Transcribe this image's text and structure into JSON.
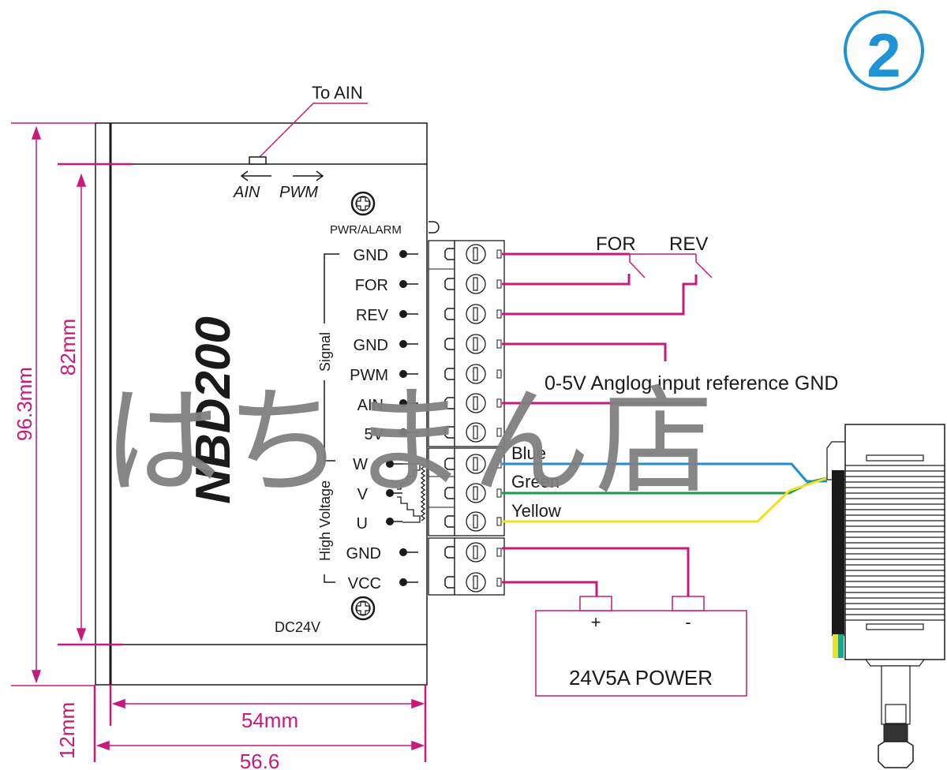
{
  "badge": {
    "number": "2",
    "color": "#1f93d3"
  },
  "driver": {
    "model": "NBD200",
    "to_ain_label": "To AIN",
    "switch_left_label": "AIN",
    "switch_right_label": "PWM",
    "pwr_alarm_label": "PWR/ALARM",
    "supply_label": "DC24V",
    "signal_group_label": "Signal",
    "high_voltage_group_label": "High Voltage",
    "signal_pins": [
      "GND",
      "FOR",
      "REV",
      "GND",
      "PWM",
      "AIN",
      "5V"
    ],
    "motor_pins": [
      "W",
      "V",
      "U"
    ],
    "power_pins": [
      "GND",
      "VCC"
    ]
  },
  "dimensions": {
    "total_height": "96.3mm",
    "inner_height": "82mm",
    "inner_width": "54mm",
    "total_width": "56.6",
    "depth": "12mm"
  },
  "switches": {
    "forward": "FOR",
    "reverse": "REV"
  },
  "annotation": {
    "analog_ref": "0-5V Anglog input reference GND"
  },
  "motor_wires": [
    {
      "label": "Blue",
      "color": "#1e8fd0"
    },
    {
      "label": "Green",
      "color": "#1a9a4a"
    },
    {
      "label": "Yellow",
      "color": "#f0e020"
    }
  ],
  "power_supply": {
    "label": "24V5A  POWER",
    "plus": "+",
    "minus": "-"
  },
  "watermark": {
    "text": "はちまん店",
    "color": "#808080"
  },
  "colors": {
    "wire": "#c8197c",
    "dimension": "#c8197c",
    "outline": "#1a1a1a"
  }
}
